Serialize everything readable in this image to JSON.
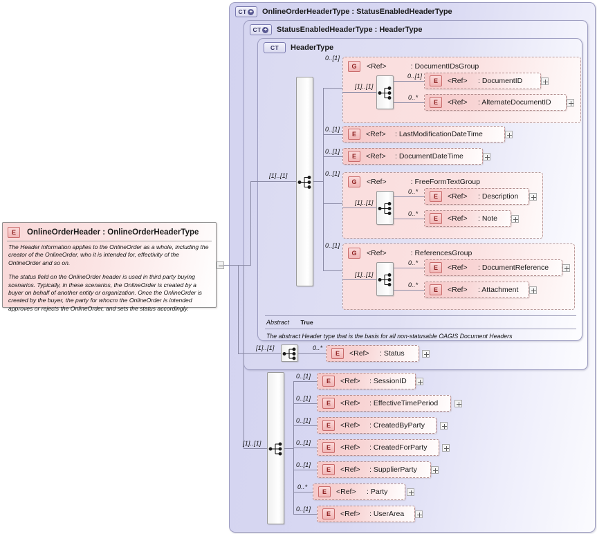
{
  "diagram": {
    "kind": "xsd-schema-diagram",
    "root_element": {
      "badge": "E",
      "title": "OnlineOrderHeader : OnlineOrderHeaderType",
      "documentation": [
        "The Header information applies to the OnlineOrder as a whole, including the creator of the OnlineOrder, who it is intended for, effectivity of the OnlineOrder and so on.",
        "The status field on the OnlineOrder header is used in third party buying scenarios. Typically, in these scenarios, the OnlineOrder is created by a buyer on behalf of another entity or organization. Once the OnlineOrder is created by the buyer, the party for whocm the OnlineOrder is intended approves or rejects the OnlineOrder, and sets the status accordingly."
      ],
      "collapse_icon": "minus-icon"
    },
    "containers": {
      "outer": {
        "badge": "CT",
        "badge_expander": "plus-circle-icon",
        "title": "OnlineOrderHeaderType : StatusEnabledHeaderType"
      },
      "middle": {
        "badge": "CT",
        "badge_expander": "plus-circle-icon",
        "title": "StatusEnabledHeaderType : HeaderType"
      },
      "inner": {
        "badge": "CT",
        "badge_expander": "",
        "title": "HeaderType"
      }
    },
    "header_type": {
      "sequence_cardinality": "[1]..[1]",
      "abstract_label": "Abstract",
      "abstract_value": "True",
      "annotation": "The abstract Header type that is the basis for all non-statusable OAGIS Document Headers",
      "children": [
        {
          "type": "group",
          "badge": "G",
          "ref": "<Ref>",
          "name": ": DocumentIDsGroup",
          "cardinality": "0..[1]",
          "sequence_cardinality": "[1]..[1]",
          "children": [
            {
              "type": "element",
              "badge": "E",
              "ref": "<Ref>",
              "name": ": DocumentID",
              "cardinality": "0..[1]",
              "expander": "plus-icon"
            },
            {
              "type": "element",
              "badge": "E",
              "ref": "<Ref>",
              "name": ": AlternateDocumentID",
              "cardinality": "0..*",
              "expander": "plus-icon"
            }
          ]
        },
        {
          "type": "element",
          "badge": "E",
          "ref": "<Ref>",
          "name": ": LastModificationDateTime",
          "cardinality": "0..[1]",
          "expander": "plus-icon"
        },
        {
          "type": "element",
          "badge": "E",
          "ref": "<Ref>",
          "name": ": DocumentDateTime",
          "cardinality": "0..[1]",
          "expander": "plus-icon"
        },
        {
          "type": "group",
          "badge": "G",
          "ref": "<Ref>",
          "name": ": FreeFormTextGroup",
          "cardinality": "0..[1]",
          "sequence_cardinality": "[1]..[1]",
          "children": [
            {
              "type": "element",
              "badge": "E",
              "ref": "<Ref>",
              "name": ": Description",
              "cardinality": "0..*",
              "expander": "plus-icon"
            },
            {
              "type": "element",
              "badge": "E",
              "ref": "<Ref>",
              "name": ": Note",
              "cardinality": "0..*",
              "expander": "plus-icon"
            }
          ]
        },
        {
          "type": "group",
          "badge": "G",
          "ref": "<Ref>",
          "name": ": ReferencesGroup",
          "cardinality": "0..[1]",
          "sequence_cardinality": "[1]..[1]",
          "children": [
            {
              "type": "element",
              "badge": "E",
              "ref": "<Ref>",
              "name": ": DocumentReference",
              "cardinality": "0..*",
              "expander": "plus-icon"
            },
            {
              "type": "element",
              "badge": "E",
              "ref": "<Ref>",
              "name": ": Attachment",
              "cardinality": "0..*",
              "expander": "plus-icon"
            }
          ]
        }
      ]
    },
    "status_enabled_header_type": {
      "sequence_cardinality": "[1]..[1]",
      "children": [
        {
          "type": "element",
          "badge": "E",
          "ref": "<Ref>",
          "name": ": Status",
          "cardinality": "0..*",
          "expander": "plus-icon"
        }
      ]
    },
    "online_order_header_type": {
      "sequence_cardinality": "[1]..[1]",
      "children": [
        {
          "type": "element",
          "badge": "E",
          "ref": "<Ref>",
          "name": ": SessionID",
          "cardinality": "0..[1]",
          "expander": "plus-icon"
        },
        {
          "type": "element",
          "badge": "E",
          "ref": "<Ref>",
          "name": ": EffectiveTimePeriod",
          "cardinality": "0..[1]",
          "expander": "plus-icon"
        },
        {
          "type": "element",
          "badge": "E",
          "ref": "<Ref>",
          "name": ": CreatedByParty",
          "cardinality": "0..[1]",
          "expander": "plus-icon"
        },
        {
          "type": "element",
          "badge": "E",
          "ref": "<Ref>",
          "name": ": CreatedForParty",
          "cardinality": "0..[1]",
          "expander": "plus-icon"
        },
        {
          "type": "element",
          "badge": "E",
          "ref": "<Ref>",
          "name": ": SupplierParty",
          "cardinality": "0..[1]",
          "expander": "plus-icon"
        },
        {
          "type": "element",
          "badge": "E",
          "ref": "<Ref>",
          "name": ": Party",
          "cardinality": "0..*",
          "expander": "plus-icon"
        },
        {
          "type": "element",
          "badge": "E",
          "ref": "<Ref>",
          "name": ": UserArea",
          "cardinality": "0..[1]",
          "expander": "plus-icon"
        }
      ]
    },
    "colors": {
      "container_fill": "#d7d7f1",
      "container_border": "#9c9cc0",
      "group_fill": "#fadddd",
      "group_border": "#b79a9a",
      "element_fill": "#f6c8c8",
      "element_border": "#b08b8b",
      "badge_text": "#8d2020",
      "line": "#8a8aa5",
      "page_background": "#ffffff"
    }
  }
}
